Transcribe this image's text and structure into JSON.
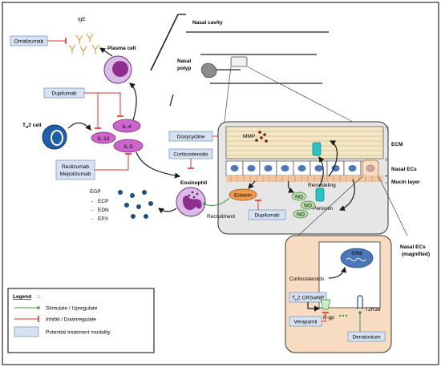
{
  "colors": {
    "inhibit": "#e0322b",
    "stimulate": "#3a9a3a",
    "drug_box": "#d6e1f2",
    "interleukin": "#cc66cc",
    "cell_purple": "#8e2f8e",
    "ecm": "#f3e7c4",
    "cilia": "#f2c79f",
    "nasal_ec_panel": "#f8dcc2",
    "cell_box": "#e6e6e6"
  },
  "labels": {
    "ige": "IgE",
    "omalizumab": "Omalizumab",
    "plasma_cell": "Plasma cell",
    "dupilumab": "Dupilumab",
    "th2_cell_main": "T",
    "th2_cell_sub": "H",
    "th2_cell_tail": "2 cell",
    "il13": "IL-13",
    "il4": "IL-4",
    "il5": "IL-5",
    "reslizumab": "Reslizumab",
    "mepolizumab": "Mepolizumab",
    "doxycycline": "Doxycycline",
    "mmp": "MMP",
    "corticosteroids": "Corticosteroids",
    "eosinophil": "Eosinophil",
    "egp": "EGP",
    "egp_items": [
      "ECP",
      "EDN",
      "EPX"
    ],
    "egp_dash": "-",
    "nasal_cavity": "Nasal cavity",
    "nasal_polyp_1": "Nasal",
    "nasal_polyp_2": "polyp",
    "ecm": "ECM",
    "nasal_ecs": "Nasal ECs",
    "mucin_layer": "Mucin layer",
    "remodeling": "Remodeling",
    "periostin": "Periostin",
    "eotaxin": "Eotaxin",
    "no": "NO",
    "recruitment": "Recruitment",
    "dupilumab_2": "Dupilumab",
    "nasal_ecs_mag_1": "Nasal ECs",
    "nasal_ecs_mag_2": "(magnified)",
    "gr8": "GR8",
    "corticosteroids_2": "Corticosteroids",
    "crswnp_main": "T",
    "crswnp_sub": "H",
    "crswnp_tail": "2 CRSwNP",
    "pgp": "P-gp",
    "verapamil": "Verapamil",
    "t2r38": "T2R38",
    "denatonium": "Denatonium"
  },
  "legend": {
    "title": "Legend",
    "title_colon": ":",
    "stimulate": "Stimulate / Upregulate",
    "inhibit": "Inhibit / Downregulate",
    "treatment": "Potential treatment modality"
  }
}
